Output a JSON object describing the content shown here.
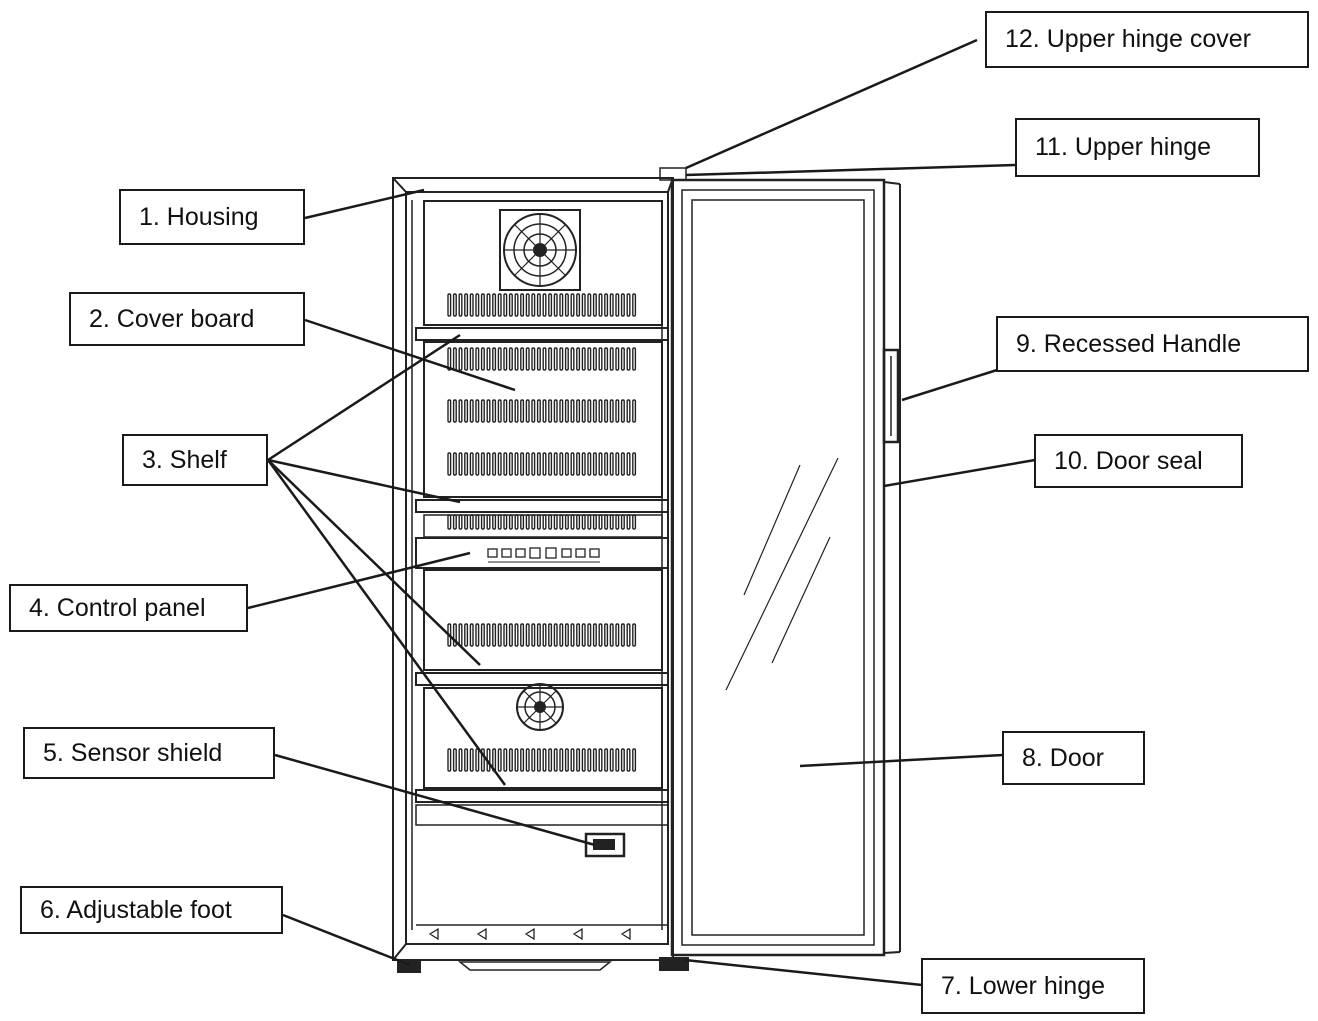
{
  "labels": {
    "housing": "1. Housing",
    "cover_board": "2. Cover board",
    "shelf": "3. Shelf",
    "control_panel": "4. Control panel",
    "sensor_shield": "5. Sensor shield",
    "adjustable_foot": "6. Adjustable foot",
    "lower_hinge": "7. Lower hinge",
    "door": "8. Door",
    "recessed_handle": "9. Recessed Handle",
    "door_seal": "10. Door seal",
    "upper_hinge": "11. Upper hinge",
    "upper_hinge_cover": "12. Upper hinge cover"
  },
  "colors": {
    "line": "#1a1a1a",
    "frame": "#222222"
  }
}
